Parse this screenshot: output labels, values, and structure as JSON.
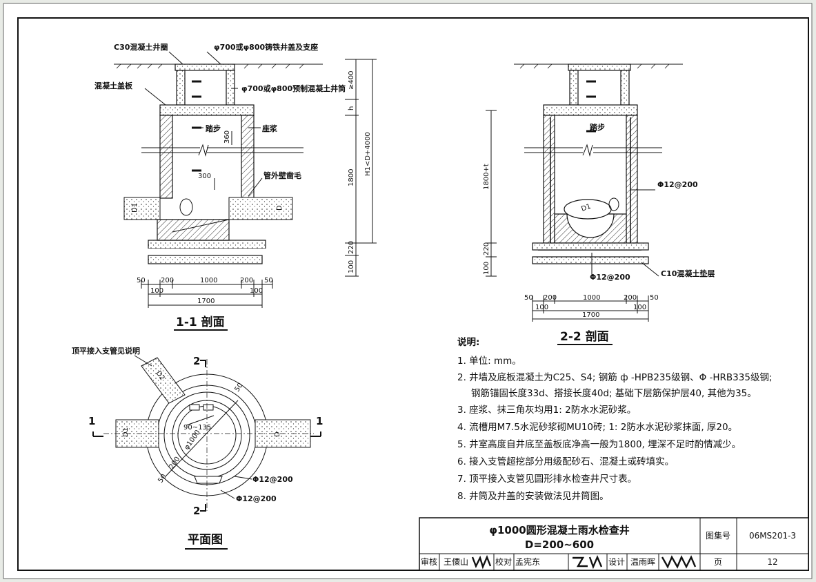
{
  "labels": {
    "c30_ring": "C30混凝土井圈",
    "cover_700": "φ700或φ800铸铁井盖及支座",
    "cover_slab": "混凝土盖板",
    "precast_shaft": "φ700或φ800预制混凝土井筒",
    "step": "踏步",
    "mortar": "座浆",
    "pipe_rough": "管外壁凿毛",
    "step_2": "踏步",
    "rebar_right": "Φ12@200",
    "rebar_bottom": "Φ12@200",
    "c10_bedding": "C10混凝土垫层",
    "top_branch": "顶平接入支管见说明",
    "plan_rebar_1": "Φ12@200",
    "plan_rebar_2": "Φ12@200"
  },
  "dims": {
    "ge400": "≥400",
    "h": "h",
    "h1": "H1<D+4000",
    "d1800": "1800",
    "d220": "220",
    "d100": "100",
    "d360": "360",
    "d300": "300",
    "d1800h": "1800+t",
    "d220b": "220",
    "d100b": "100",
    "s1_bottom": [
      "50",
      "200",
      "1000",
      "200",
      "50"
    ],
    "s1_sub": [
      "100",
      "100"
    ],
    "s1_total": "1700",
    "s2_bottom": [
      "50",
      "200",
      "1000",
      "200",
      "50"
    ],
    "s2_sub": [
      "100",
      "100"
    ],
    "s2_total": "1700",
    "plan_angle": "90~135",
    "plan_dia": "φ1000",
    "plan_200": "200",
    "plan_50": "50",
    "plan_50b": "50",
    "plan_d2": "D2",
    "plan_d1": "D1",
    "plan_d": "D",
    "pipe_d1": "D1",
    "pipe_d": "D",
    "pipe_d1b": "D1",
    "sec_1": "1",
    "sec_1b": "1",
    "sec_2": "2",
    "sec_2b": "2"
  },
  "titles": {
    "section1": "1-1 剖面",
    "section2": "2-2 剖面",
    "plan": "平面图"
  },
  "notes": {
    "heading": "说明:",
    "items": [
      "1. 单位: mm。",
      "2. 井墙及底板混凝土为C25、S4; 钢筋 ф -HPB235级钢、Φ -HRB335级钢;",
      "钢筋锚固长度33d、搭接长度40d; 基础下层筋保护层40, 其他为35。",
      "3. 座浆、抹三角灰均用1: 2防水水泥砂浆。",
      "4. 流槽用M7.5水泥砂浆砌MU10砖; 1: 2防水水泥砂浆抹面, 厚20。",
      "5. 井室高度自井底至盖板底净高一般为1800, 埋深不足时酌情减少。",
      "6. 接入支管超挖部分用级配砂石、混凝土或砖填实。",
      "7. 顶平接入支管见圆形排水检查井尺寸表。",
      "8. 井筒及井盖的安装做法见井筒图。"
    ]
  },
  "titleblock": {
    "title_line1": "φ1000圆形混凝土雨水检查井",
    "title_line2": "D=200~600",
    "atlas_label": "图集号",
    "atlas_no": "06MS201-3",
    "page_label": "页",
    "page_no": "12",
    "review_label": "审核",
    "review_name": "王僳山",
    "check_label": "校对",
    "check_name": "孟宪东",
    "design_label": "设计",
    "design_name": "温雨晖"
  },
  "colors": {
    "background": "#e8ebe6",
    "paper": "#ffffff",
    "ink": "#111111"
  }
}
